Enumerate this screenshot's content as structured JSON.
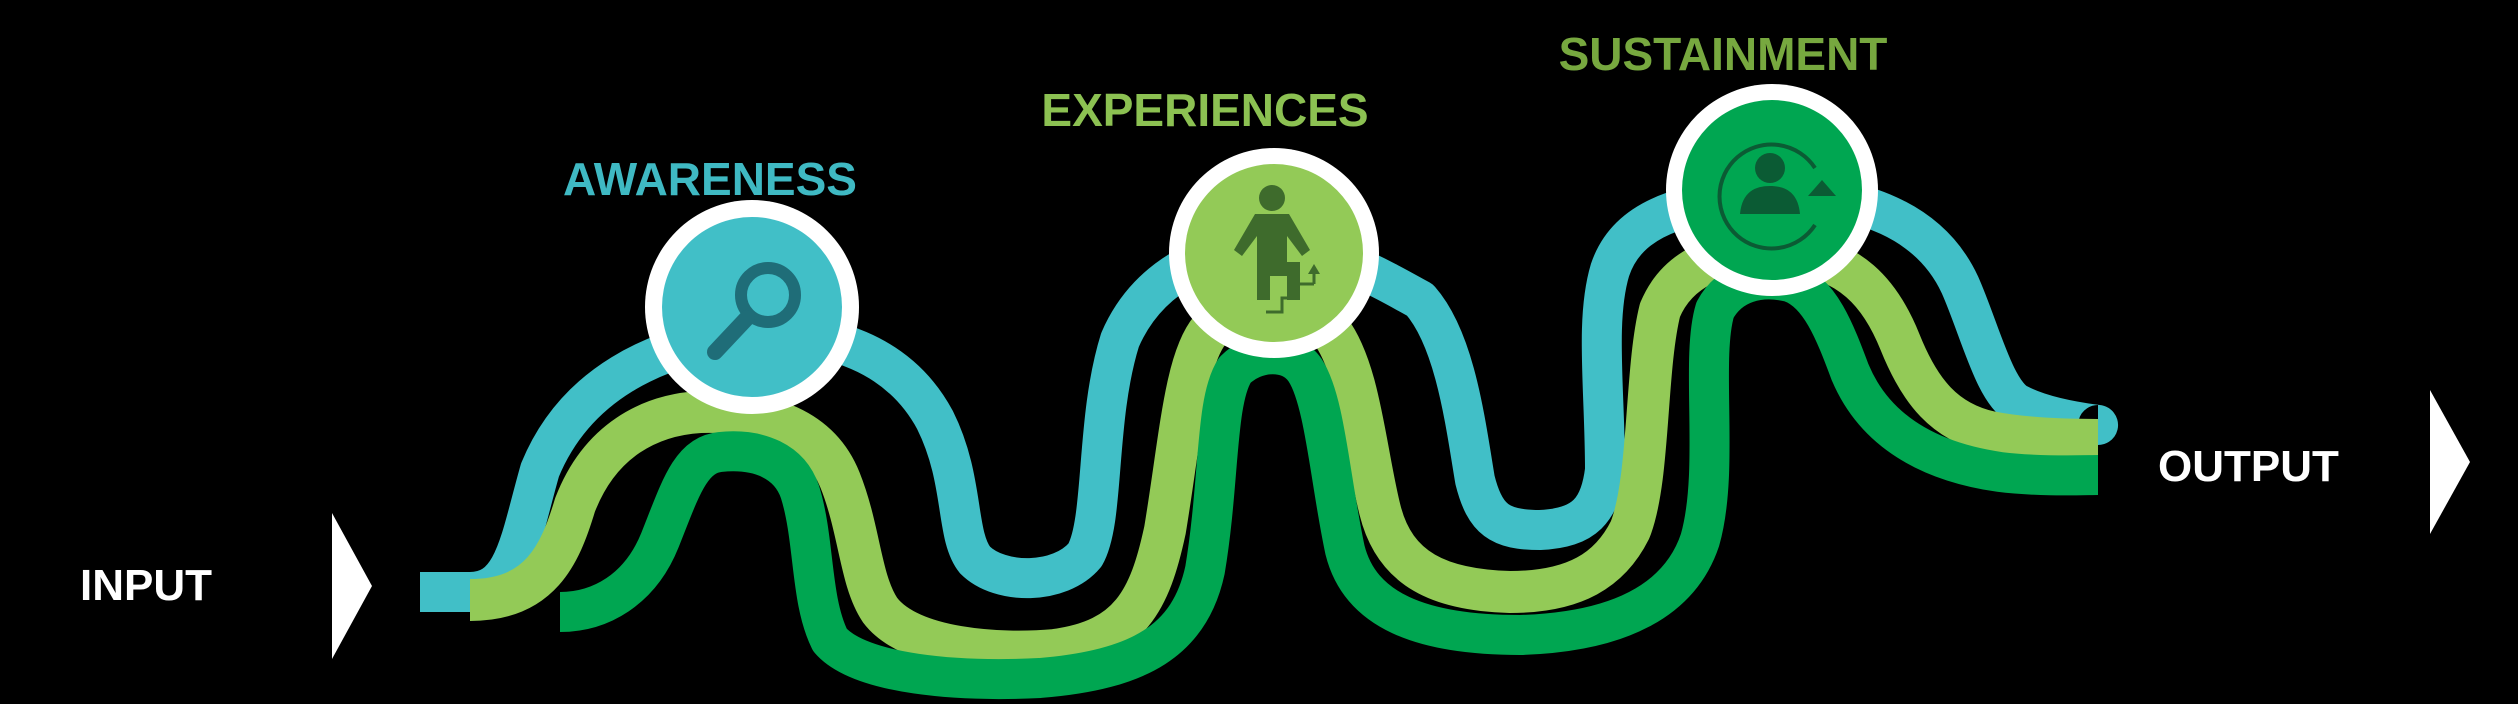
{
  "input_label": "INPUT",
  "output_label": "OUTPUT",
  "stages": [
    {
      "label": "AWARENESS",
      "icon": "magnifier-icon",
      "label_color": "#3FB9C3",
      "circle_fill": "#41BFC7",
      "icon_color": "#1F6D78"
    },
    {
      "label": "EXPERIENCES",
      "icon": "person-climbing-stairs-icon",
      "label_color": "#8CC152",
      "circle_fill": "#93CA57",
      "icon_color": "#3E6B2C"
    },
    {
      "label": "SUSTAINMENT",
      "icon": "person-cycle-icon",
      "label_color": "#77A83F",
      "circle_fill": "#00A651",
      "icon_color": "#0B5B34"
    }
  ],
  "colors": {
    "background": "#000000",
    "teal_stream": "#41BFC7",
    "lime_stream": "#93CA57",
    "green_stream": "#00A651",
    "ring": "#FFFFFF",
    "arrow": "#FFFFFF",
    "io_text": "#FFFFFF"
  }
}
